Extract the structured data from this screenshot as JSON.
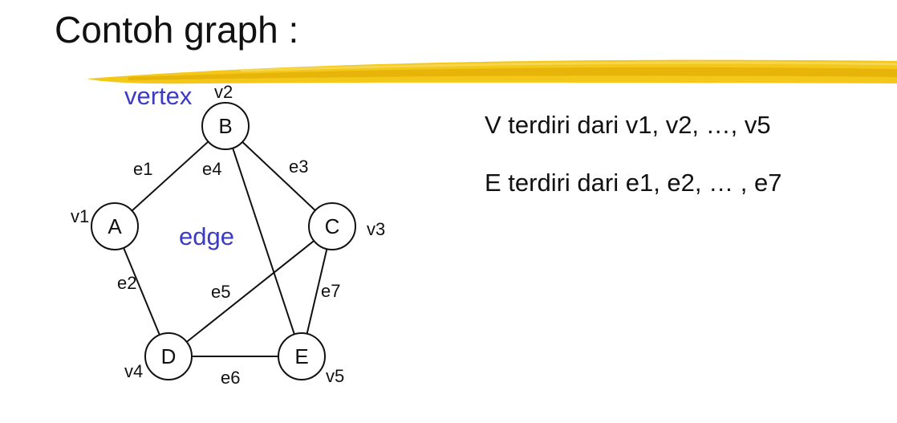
{
  "title": "Contoh graph :",
  "colors": {
    "text": "#111111",
    "label_accent": "#3b3bc4",
    "highlight": "#f2c200"
  },
  "graph": {
    "vertices": [
      {
        "id": "A",
        "letter": "A",
        "label": "v1"
      },
      {
        "id": "B",
        "letter": "B",
        "label": "v2"
      },
      {
        "id": "C",
        "letter": "C",
        "label": "v3"
      },
      {
        "id": "D",
        "letter": "D",
        "label": "v4"
      },
      {
        "id": "E",
        "letter": "E",
        "label": "v5"
      }
    ],
    "edges": [
      {
        "id": "e1",
        "label": "e1",
        "from": "A",
        "to": "B"
      },
      {
        "id": "e2",
        "label": "e2",
        "from": "A",
        "to": "D"
      },
      {
        "id": "e3",
        "label": "e3",
        "from": "B",
        "to": "C"
      },
      {
        "id": "e4",
        "label": "e4",
        "from": "B",
        "to": "E"
      },
      {
        "id": "e5",
        "label": "e5",
        "from": "C",
        "to": "D"
      },
      {
        "id": "e6",
        "label": "e6",
        "from": "D",
        "to": "E"
      },
      {
        "id": "e7",
        "label": "e7",
        "from": "C",
        "to": "E"
      }
    ],
    "callouts": {
      "vertex": "vertex",
      "edge": "edge"
    }
  },
  "description": {
    "vertices_line": "V terdiri dari v1, v2, …, v5",
    "edges_line": "E terdiri dari e1, e2, … , e7"
  }
}
